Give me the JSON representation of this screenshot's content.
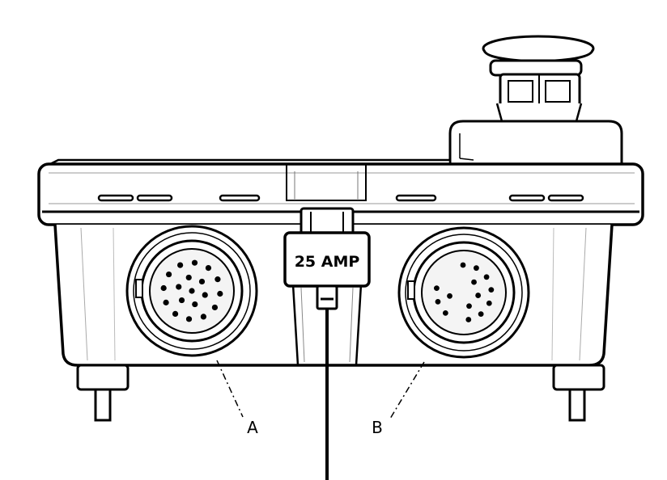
{
  "labels": {
    "connector_a": "A",
    "connector_b": "B",
    "fuse_rating": "25 AMP"
  },
  "colors": {
    "line": "#000000",
    "background": "#ffffff",
    "shade": "#f2f2f2"
  }
}
